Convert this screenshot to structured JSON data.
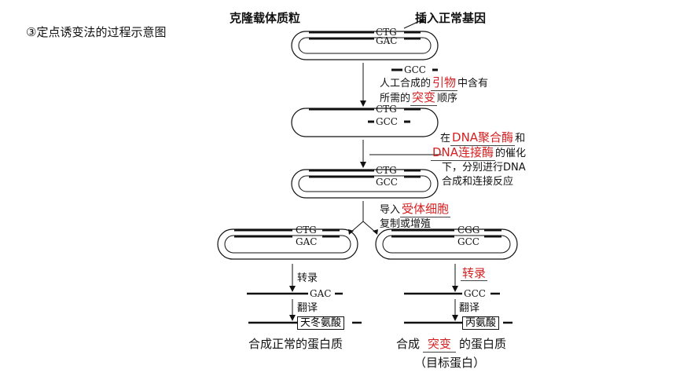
{
  "title": "③定点诱变法的过程示意图",
  "labels": {
    "plasmid": "克隆载体质粒",
    "insert": "插入正常基因",
    "seq_ctg": "CTG",
    "seq_gac": "GAC",
    "seq_gcc": "GCC",
    "seq_cgg": "CGG",
    "primer_line1_pre": "人工合成的",
    "primer_line1_red": "引物",
    "primer_line1_post": "中含有",
    "primer_line2_pre": "所需的",
    "primer_line2_red": "突变",
    "primer_line2_post": "顺序",
    "enz_line1_pre": "在",
    "enz_line1_red": "DNA聚合酶",
    "enz_line1_post": "和",
    "enz_line2_red": "DNA连接酶",
    "enz_line2_post": "的催化",
    "enz_line3": "下，分别进行DNA",
    "enz_line4": "合成和连接反应",
    "import_pre": "导入",
    "import_red": "受体细胞",
    "replicate": "复制或增殖",
    "transcribe": "转录",
    "transcribe_red": "转录",
    "translate": "翻译",
    "aa_asp": "天冬氨酸",
    "aa_ala": "丙氨酸",
    "normal_protein": "合成正常的蛋白质",
    "mut_pre": "合成",
    "mut_red": "突变",
    "mut_post": "的蛋白质",
    "target_protein": "（目标蛋白）"
  }
}
